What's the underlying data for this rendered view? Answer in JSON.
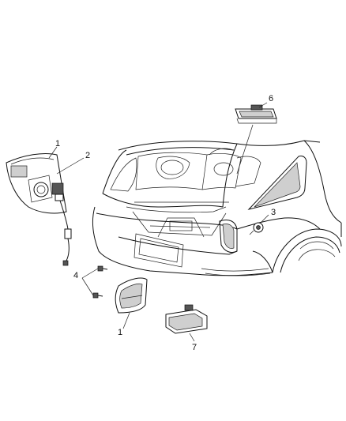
{
  "callouts": [
    {
      "id": "c1-upper",
      "label": "1"
    },
    {
      "id": "c2",
      "label": "2"
    },
    {
      "id": "c3",
      "label": "3"
    },
    {
      "id": "c4",
      "label": "4"
    },
    {
      "id": "c1-lower",
      "label": "1"
    },
    {
      "id": "c6",
      "label": "6"
    },
    {
      "id": "c7",
      "label": "7"
    }
  ]
}
